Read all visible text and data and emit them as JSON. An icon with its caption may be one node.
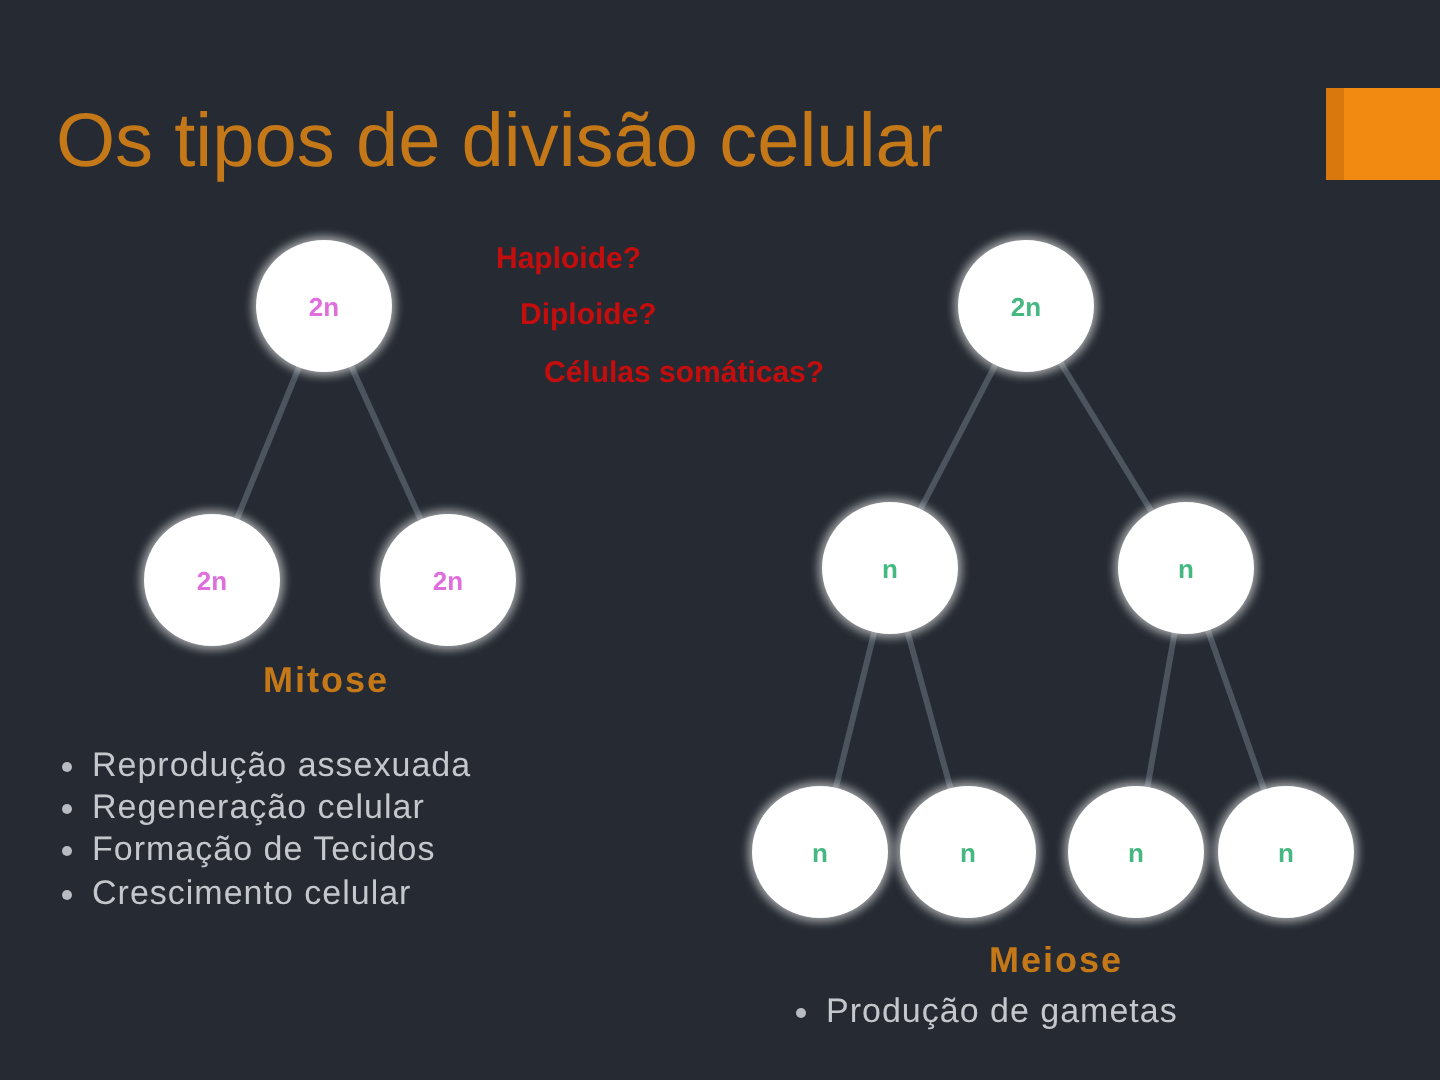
{
  "diagram": {
    "title": "Os tipos de divisão celular",
    "nodes": [
      {
        "text": [
          "2n"
        ]
      },
      {
        "text": [
          "2n"
        ]
      },
      {
        "text": [
          "2n"
        ]
      },
      {
        "text": [
          "2n"
        ]
      },
      {
        "text": [
          "n"
        ]
      },
      {
        "text": [
          "n"
        ]
      },
      {
        "text": [
          "n"
        ]
      },
      {
        "text": [
          "n"
        ]
      },
      {
        "text": [
          "n"
        ]
      },
      {
        "text": [
          "n"
        ]
      }
    ],
    "edges": [
      {
        "from": 0,
        "to": 1,
        "arrow": "none"
      },
      {
        "from": 0,
        "to": 2,
        "arrow": "none"
      },
      {
        "from": 3,
        "to": 4,
        "arrow": "none"
      },
      {
        "from": 3,
        "to": 5,
        "arrow": "none"
      },
      {
        "from": 4,
        "to": 6,
        "arrow": "none"
      },
      {
        "from": 4,
        "to": 7,
        "arrow": "none"
      },
      {
        "from": 5,
        "to": 8,
        "arrow": "none"
      },
      {
        "from": 5,
        "to": 9,
        "arrow": "none"
      }
    ],
    "labels": [
      "Haploide?",
      "Diploide?",
      "Células somáticas?",
      "Mitose",
      "Reprodução assexuada",
      "Regeneração celular",
      "Formação de Tecidos",
      "Crescimento celular",
      "Meiose",
      "Produção de gametas"
    ]
  }
}
